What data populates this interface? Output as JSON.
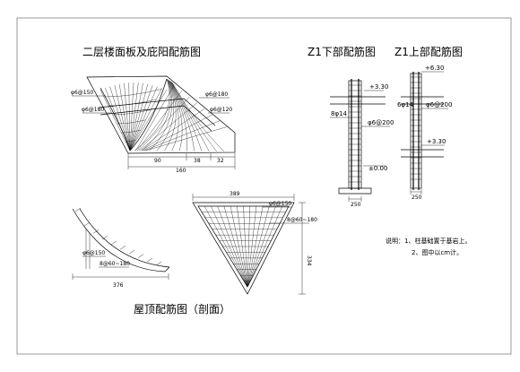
{
  "titles": {
    "slab": "二层楼面板及庇阳配筋图",
    "z1_lower": "Z1下部配筋图",
    "z1_upper": "Z1上部配筋图",
    "roof": "屋顶配筋图（剖面）"
  },
  "slab_labels": {
    "left_top": "φ6@150",
    "left_bot": "φ6@180",
    "right_top": "φ6@180",
    "right_bot": "φ6@120",
    "dim_90": "90",
    "dim_38": "38",
    "dim_32": "32",
    "dim_160": "160"
  },
  "z1_labels": {
    "lower_elev_top": "+3.30",
    "lower_bar": "8φ14",
    "lower_tie": "φ6@200",
    "lower_elev_bot": "±0.00",
    "upper_elev_top": "+6.30",
    "upper_bar": "6φ14",
    "upper_tie": "φ6@200",
    "upper_elev_bot": "+3.30",
    "dim_lower": "250",
    "dim_upper": "250"
  },
  "roof_labels": {
    "sec_bar1": "φ6@150",
    "sec_bar2": "8@60~180",
    "sec_dim": "376",
    "plan_dim_top": "389",
    "plan_bar1": "φ6@150",
    "plan_bar2": "8@60~180",
    "plan_dim_side": "334"
  },
  "notes": {
    "line1": "说明：1、柱基础置于基岩上。",
    "line2": "2、图中以cm计。"
  }
}
